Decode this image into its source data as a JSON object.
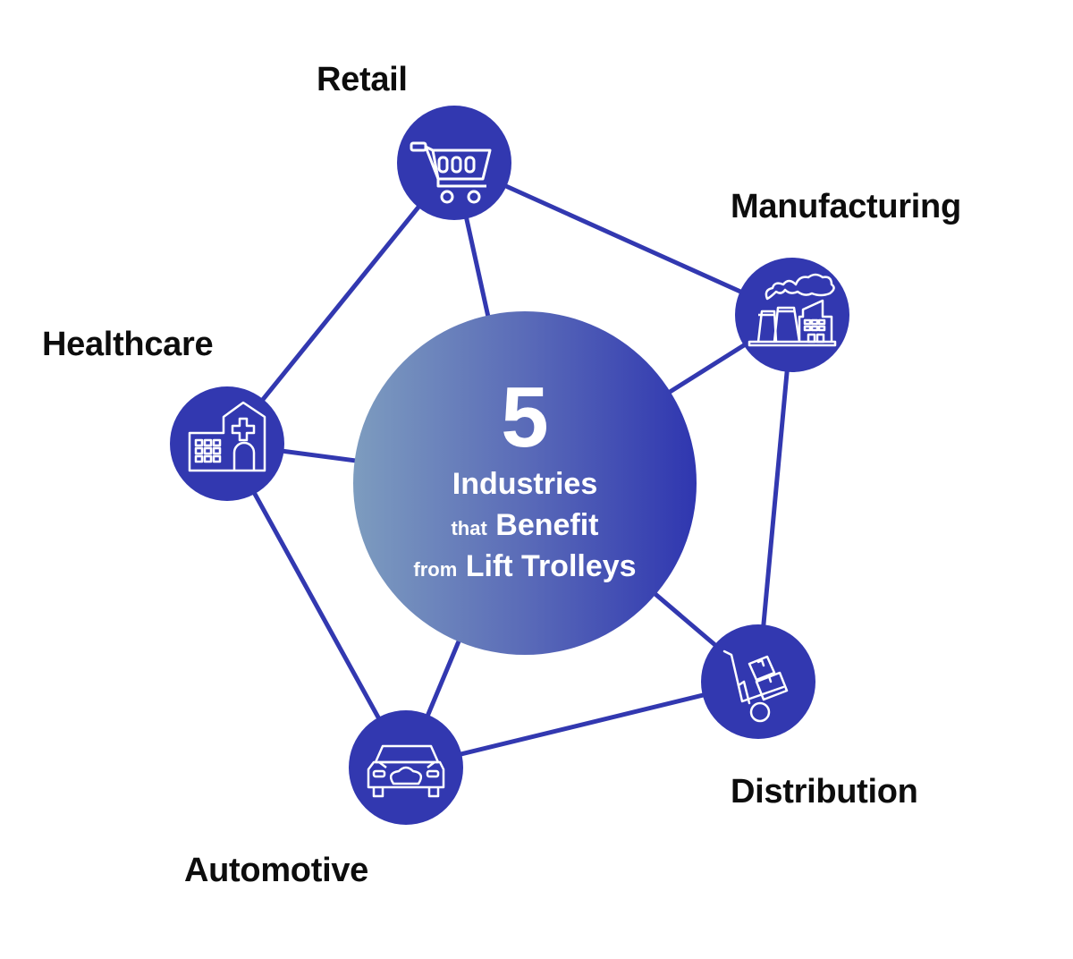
{
  "title": {
    "number": "5",
    "line1": "Industries",
    "line2_small": "that",
    "line2_big": "Benefit",
    "line3_small": "from",
    "line3_big": "Lift Trolleys"
  },
  "nodes": [
    {
      "id": "retail",
      "label": "Retail",
      "icon": "shopping-cart-icon"
    },
    {
      "id": "manufacturing",
      "label": "Manufacturing",
      "icon": "factory-icon"
    },
    {
      "id": "healthcare",
      "label": "Healthcare",
      "icon": "hospital-icon"
    },
    {
      "id": "distribution",
      "label": "Distribution",
      "icon": "hand-truck-icon"
    },
    {
      "id": "automotive",
      "label": "Automotive",
      "icon": "car-icon"
    }
  ],
  "colors": {
    "node_fill": "#3238b0",
    "line": "#3238b0",
    "center_gradient_start": "#7b9abf",
    "center_gradient_end": "#2f36b0",
    "label_text": "#0d0d0d",
    "icon_stroke": "#ffffff"
  }
}
